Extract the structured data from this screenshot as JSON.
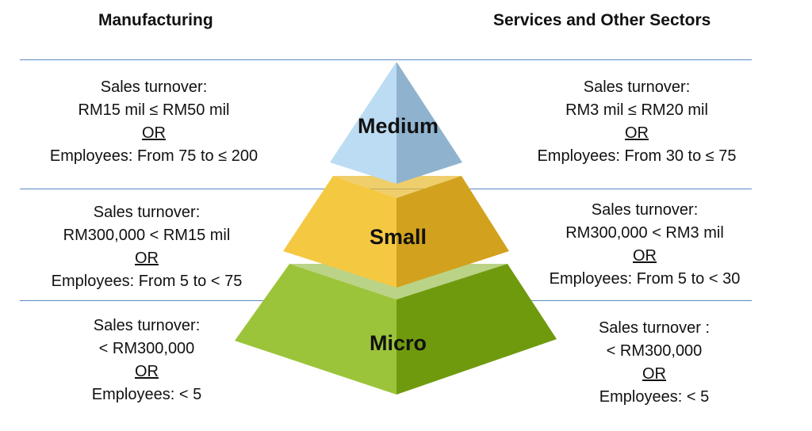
{
  "headers": {
    "left": "Manufacturing",
    "right": "Services and Other Sectors"
  },
  "levels": [
    {
      "label": "Medium",
      "manufacturing": {
        "l1": "Sales turnover:",
        "l2": "RM15 mil ≤ RM50 mil",
        "l3": "OR",
        "l4": "Employees:  From 75 to ≤ 200"
      },
      "services": {
        "l1": "Sales turnover:",
        "l2": "RM3 mil ≤ RM20 mil",
        "l3": "OR",
        "l4": "Employees:  From 30 to ≤ 75"
      }
    },
    {
      "label": "Small",
      "manufacturing": {
        "l1": "Sales turnover:",
        "l2": "RM300,000  < RM15 mil",
        "l3": "OR",
        "l4": "Employees:  From 5 to < 75"
      },
      "services": {
        "l1": "Sales turnover:",
        "l2": "RM300,000  < RM3 mil",
        "l3": "OR",
        "l4": "Employees:  From 5 to < 30"
      }
    },
    {
      "label": "Micro",
      "manufacturing": {
        "l1": "Sales turnover:",
        "l2": "< RM300,000",
        "l3": "OR",
        "l4": "Employees:  < 5"
      },
      "services": {
        "l1": "Sales turnover :",
        "l2": "< RM300,000",
        "l3": "OR",
        "l4": "Employees:  < 5"
      }
    }
  ],
  "colors": {
    "rule": "#5b8ac4",
    "medium_left": "#bcdcf3",
    "medium_right": "#8fb3cf",
    "small_left": "#f5c842",
    "small_right": "#d2a21e",
    "micro_left": "#9cc43a",
    "micro_right": "#6f9a0e"
  }
}
